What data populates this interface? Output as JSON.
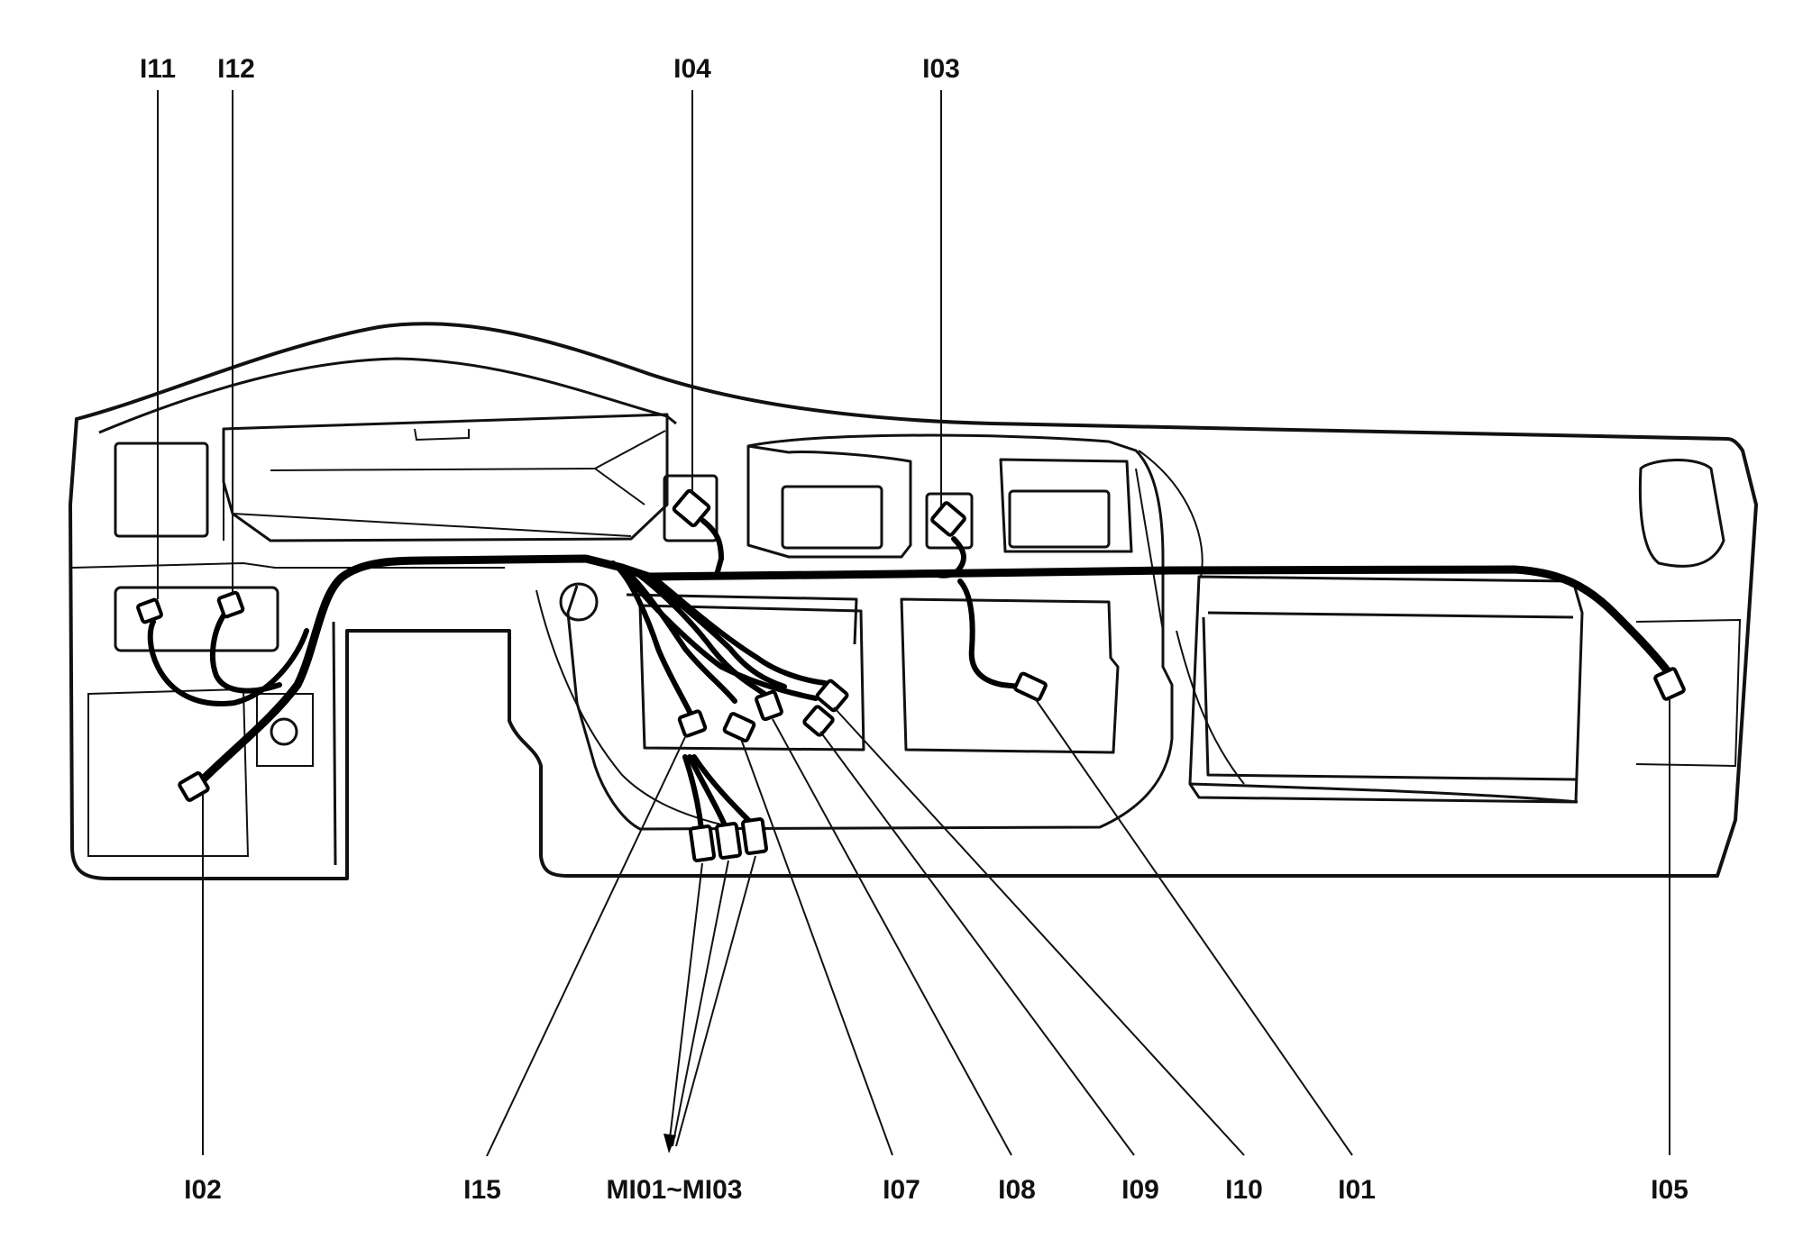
{
  "diagram": {
    "labels": {
      "i11": "I11",
      "i12": "I12",
      "i04": "I04",
      "i03": "I03",
      "i02": "I02",
      "i15": "I15",
      "mi01_mi03": "MI01~MI03",
      "i07": "I07",
      "i08": "I08",
      "i09": "I09",
      "i10": "I10",
      "i01": "I01",
      "i05": "I05"
    }
  }
}
